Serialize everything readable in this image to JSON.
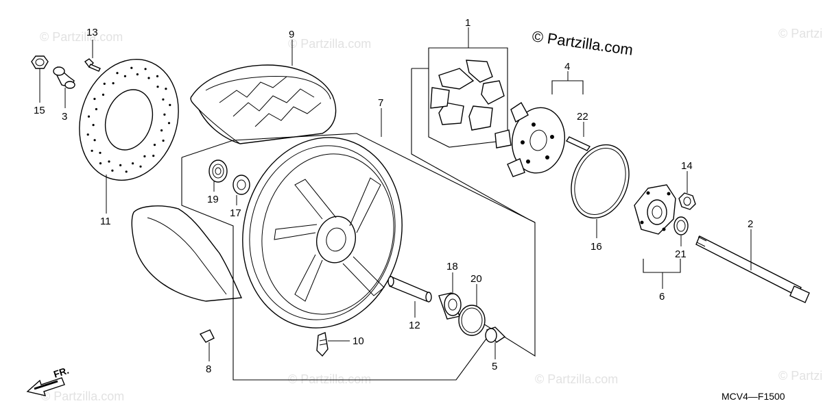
{
  "copyright": "© Partzilla.com",
  "watermark": "© Partzilla.com",
  "diagram_code": "MCV4—F1500",
  "direction_label": "FR.",
  "callouts": [
    "1",
    "2",
    "3",
    "4",
    "5",
    "6",
    "7",
    "8",
    "9",
    "10",
    "11",
    "12",
    "13",
    "14",
    "15",
    "16",
    "17",
    "18",
    "19",
    "20",
    "21",
    "22"
  ]
}
